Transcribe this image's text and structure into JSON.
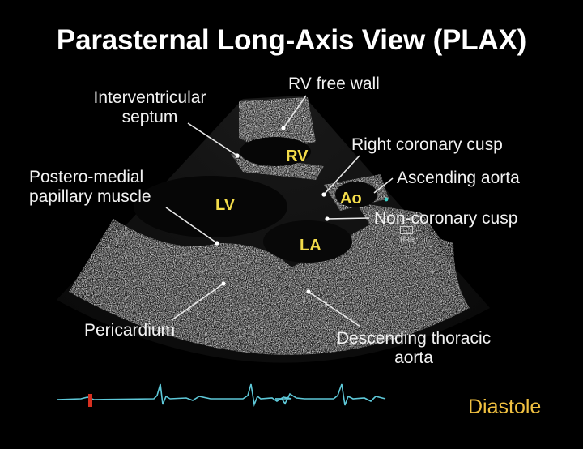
{
  "title": "Parasternal Long-Axis View (PLAX)",
  "labels": {
    "rv_free_wall": "RV free wall",
    "interventricular_septum": "Interventricular\nseptum",
    "right_coronary_cusp": "Right coronary cusp",
    "ascending_aorta": "Ascending aorta",
    "non_coronary_cusp": "Non-coronary cusp",
    "postero_medial_papillary_muscle": "Postero-medial\npapillary muscle",
    "pericardium": "Pericardium",
    "descending_thoracic_aorta": "Descending thoracic\naorta"
  },
  "chambers": {
    "rv": "RV",
    "lv": "LV",
    "ao": "Ao",
    "la": "LA"
  },
  "phase": "Diastole",
  "hr_indicator": "HR=",
  "colors": {
    "background": "#000000",
    "label_text": "#f2f2f2",
    "chamber_text": "#f3dc4a",
    "phase_text": "#f0c040",
    "ecg_trace": "#5ec8d8",
    "ecg_marker": "#d83020"
  }
}
